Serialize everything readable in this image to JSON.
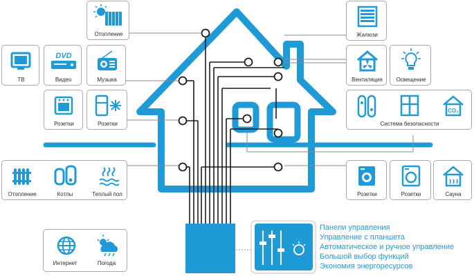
{
  "colors": {
    "house": "#1e9bd7",
    "wire": "#1a1a1a",
    "box_border": "#a9a9a9",
    "label": "#2a2a2a",
    "feature_text": "#1e9bd7"
  },
  "labels": {
    "heating_top": "Отопление",
    "tv": "ТВ",
    "video": "Видео",
    "music": "Музыка",
    "sockets_left_1": "Розетки",
    "sockets_left_2": "Розетки",
    "heating_bottom": "Отопление",
    "boilers": "Котлы",
    "warm_floor": "Теплый пол",
    "internet": "Интернет",
    "weather": "Погода",
    "blinds": "Жалюзи",
    "ventilation": "Вентиляция",
    "lighting": "Освещение",
    "security": "Система безопасности",
    "sockets_right_1": "Розетки",
    "sockets_right_2": "Розетки",
    "sauna": "Сауна"
  },
  "features": [
    "Панели управления",
    "Управление с планшета",
    "Автоматическое и ручное управление",
    "Большой выбор функций",
    "Экономия энергоресурсов"
  ],
  "icons": {
    "heating_top": "sun-radiator-icon",
    "tv": "tv-icon",
    "video": "dvd-player-icon",
    "music": "radio-icon",
    "sockets_left_1": "oven-icon",
    "sockets_left_2": "fridge-snowflake-icon",
    "heating_bottom": "radiator-icon",
    "boilers": "boiler-icon",
    "warm_floor": "warm-floor-icon",
    "internet": "globe-icon",
    "weather": "weather-icon",
    "blinds": "blinds-icon",
    "ventilation": "ventilation-icon",
    "lighting": "lightbulb-icon",
    "security_1": "door-sensor-icon",
    "security_2": "window-icon",
    "security_3": "co2-house-icon",
    "sockets_right_1": "washing-machine-icon",
    "sockets_right_2": "washing-machine-icon",
    "sauna": "sauna-icon",
    "tablet": "tablet-sliders-icon"
  }
}
